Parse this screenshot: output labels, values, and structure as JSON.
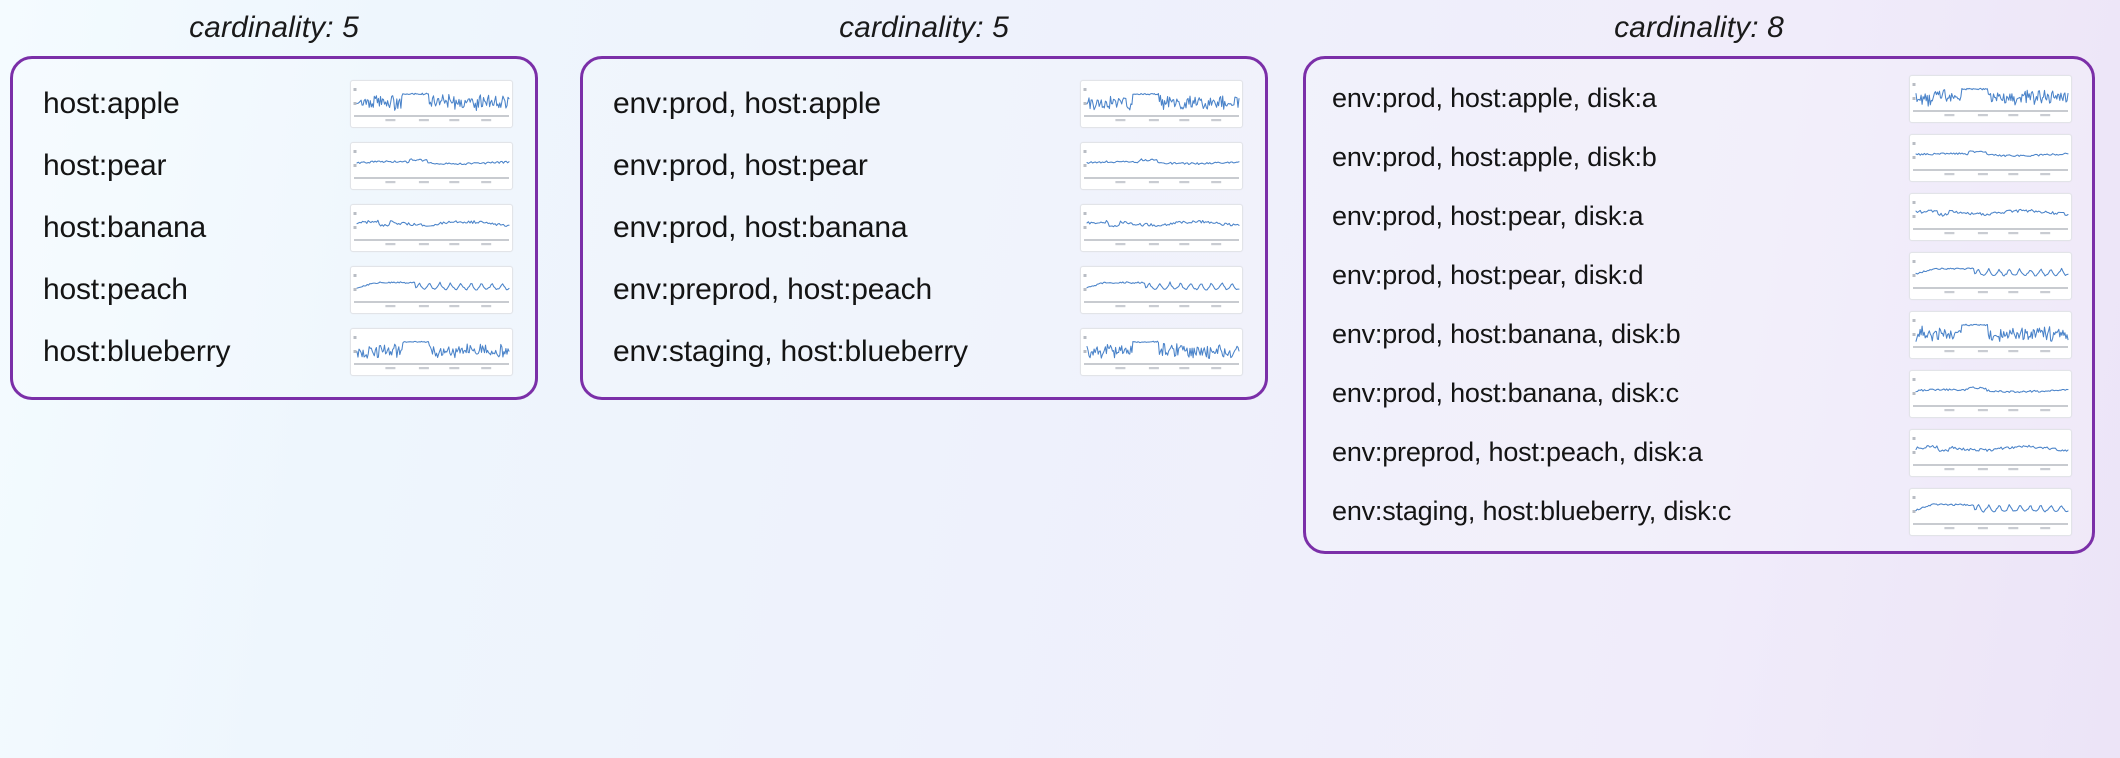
{
  "theme": {
    "panel_border_color": "#7B2FA8",
    "spark_line_color": "#3b78c4",
    "background_left": "#f4fbff",
    "background_right": "#ece4f7",
    "text_color": "#141414"
  },
  "panels": [
    {
      "title": "cardinality: 5",
      "cardinality": 5,
      "rows": [
        {
          "label": "host:apple",
          "spark": "noisy"
        },
        {
          "label": "host:pear",
          "spark": "flat"
        },
        {
          "label": "host:banana",
          "spark": "wavy"
        },
        {
          "label": "host:peach",
          "spark": "sawtooth"
        },
        {
          "label": "host:blueberry",
          "spark": "noisy"
        }
      ]
    },
    {
      "title": "cardinality: 5",
      "cardinality": 5,
      "rows": [
        {
          "label": "env:prod, host:apple",
          "spark": "noisy"
        },
        {
          "label": "env:prod, host:pear",
          "spark": "flat"
        },
        {
          "label": "env:prod, host:banana",
          "spark": "wavy"
        },
        {
          "label": "env:preprod, host:peach",
          "spark": "sawtooth"
        },
        {
          "label": "env:staging, host:blueberry",
          "spark": "noisy"
        }
      ]
    },
    {
      "title": "cardinality: 8",
      "cardinality": 8,
      "rows": [
        {
          "label": "env:prod, host:apple, disk:a",
          "spark": "noisy"
        },
        {
          "label": "env:prod, host:apple, disk:b",
          "spark": "flat"
        },
        {
          "label": "env:prod, host:pear, disk:a",
          "spark": "wavy"
        },
        {
          "label": "env:prod, host:pear, disk:d",
          "spark": "sawtooth"
        },
        {
          "label": "env:prod, host:banana, disk:b",
          "spark": "noisy"
        },
        {
          "label": "env:prod, host:banana, disk:c",
          "spark": "flat"
        },
        {
          "label": "env:preprod, host:peach, disk:a",
          "spark": "wavy"
        },
        {
          "label": "env:staging, host:blueberry, disk:c",
          "spark": "sawtooth"
        }
      ]
    }
  ],
  "chart_data": {
    "type": "line",
    "title": "",
    "xlabel": "",
    "ylabel": "",
    "description": "Each row shows a small sparkline time-series thumbnail for one metric tag combination.",
    "grid": false,
    "legend": "none",
    "shapes": {
      "noisy": {
        "name": "high-variance with mid plateau",
        "ylim": [
          0,
          100
        ]
      },
      "flat": {
        "name": "low-variance flat baseline",
        "ylim": [
          0,
          100
        ]
      },
      "wavy": {
        "name": "medium-variance undulating",
        "ylim": [
          0,
          100
        ]
      },
      "sawtooth": {
        "name": "rising then periodic dips",
        "ylim": [
          0,
          100
        ]
      }
    }
  }
}
